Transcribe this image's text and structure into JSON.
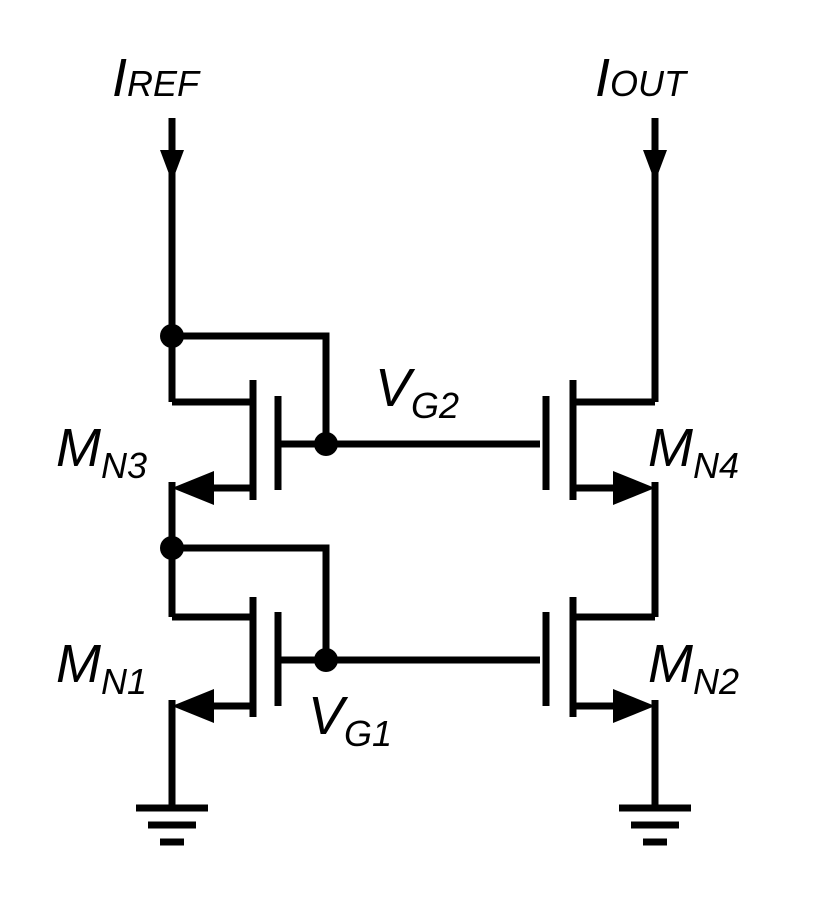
{
  "diagram": {
    "type": "cascode-current-mirror",
    "stroke_color": "#000000",
    "background": "#ffffff",
    "labels": {
      "i_ref": {
        "main": "I",
        "sub": "REF"
      },
      "i_out": {
        "main": "I",
        "sub": "OUT"
      },
      "v_g2": {
        "main": "V",
        "sub": "G2"
      },
      "v_g1": {
        "main": "V",
        "sub": "G1"
      },
      "m_n3": {
        "main": "M",
        "sub": "N3"
      },
      "m_n4": {
        "main": "M",
        "sub": "N4"
      },
      "m_n1": {
        "main": "M",
        "sub": "N1"
      },
      "m_n2": {
        "main": "M",
        "sub": "N2"
      }
    }
  }
}
